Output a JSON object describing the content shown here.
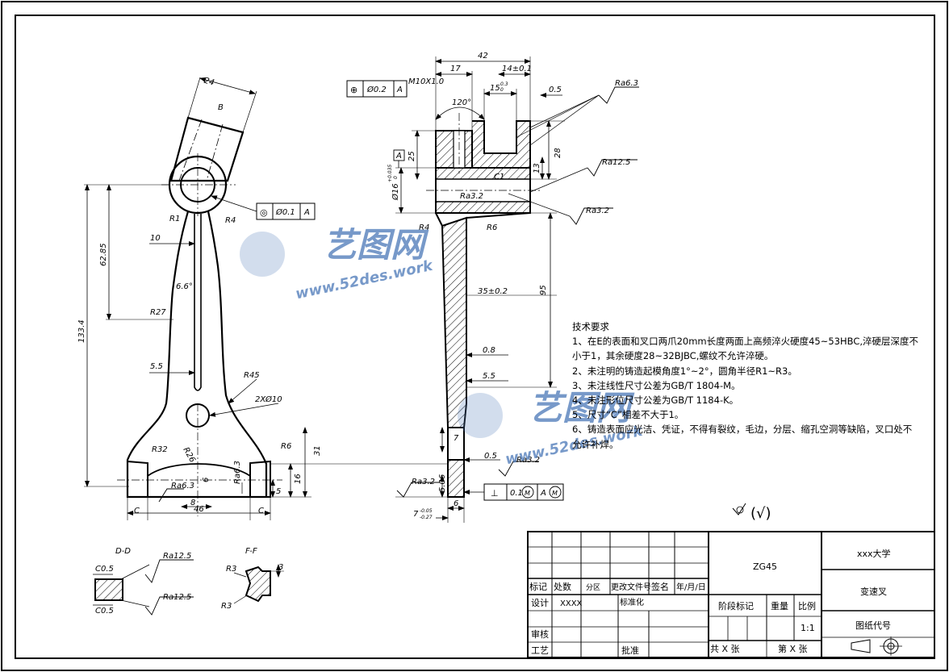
{
  "tech_notes": {
    "title": "技术要求",
    "items": [
      "1、在E的表面和叉口两爪20mm长度两面上高频淬火硬度45~53HBC,淬硬层深度不小于1，其余硬度28~32BJBC,螺纹不允许淬硬。",
      "2、未注明的铸造起模角度1°~2°，圆角半径R1~R3。",
      "3、未注线性尺寸公差为GB/T 1804-M。",
      "4、未注形位尺寸公差为GB/T 1184-K。",
      "5、尺寸“C”相差不大于1。",
      "6、铸造表面应光洁、凭证，不得有裂纹，毛边，分层、缩孔空洞等缺陷，叉口处不允许补焊。"
    ]
  },
  "left_view": {
    "dims": [
      "24",
      "B",
      "10",
      "62.85",
      "133.4",
      "6.6°",
      "R27",
      "R1",
      "R4",
      "5.5",
      "R45",
      "2XØ10",
      "R32",
      "R26",
      "R6",
      "31",
      "16",
      "5",
      "6",
      "Ra6.3",
      "Ra6.3",
      "C",
      "8",
      "46",
      "C"
    ],
    "fcf": {
      "symbol": "◎",
      "tol": "Ø0.1",
      "datum": "A"
    }
  },
  "right_view": {
    "dims": [
      "42",
      "17",
      "14±0.1",
      "15",
      "0.3",
      "0",
      "0.5",
      "120°",
      "M10X1.0",
      "25",
      "28",
      "13",
      "C1",
      "Ø16",
      "+0.035",
      "0",
      "Ra3.2",
      "R4",
      "R6",
      "95",
      "35±0.2",
      "0.8",
      "5.5",
      "7",
      "0.5",
      "Ra3.2",
      "Ra3.2",
      "5.06",
      "7",
      "-0.05",
      "-0.27",
      "6",
      "Ra6.3",
      "Ra12.5",
      "Ra3.2"
    ],
    "fcf_top": {
      "symbol": "⊕",
      "tol": "Ø0.2",
      "datum": "A"
    },
    "datum_a": "A",
    "fcf_bottom": {
      "symbol": "⊥",
      "tol": "0.1",
      "mod": "M",
      "datum": "A",
      "datum_mod": "M"
    }
  },
  "section_dd": {
    "label": "D-D",
    "dims": [
      "C0.5",
      "Ra12.5",
      "C0.5",
      "Ra12.5"
    ]
  },
  "section_ff": {
    "label": "F-F",
    "dims": [
      "R3",
      "3",
      "R3"
    ]
  },
  "roughness_note": "(√)",
  "title_block": {
    "material": "ZG45",
    "school": "xxx大学",
    "part_name": "变速叉",
    "drawing_code": "图纸代号",
    "mark": "标记",
    "count": "处数",
    "zone": "分区",
    "change_doc": "更改文件号",
    "signature": "签名",
    "date": "年/月/日",
    "design": "设计",
    "designer": "XXXX",
    "standardize": "标准化",
    "stage_mark": "阶段标记",
    "weight": "重量",
    "scale_label": "比例",
    "scale": "1:1",
    "review": "审核",
    "process": "工艺",
    "approve": "批准",
    "sheets_total": "共 X 张",
    "sheet_no": "第 X 张"
  },
  "watermark": {
    "brand": "艺图网",
    "url": "www.52des.work"
  },
  "colors": {
    "line": "#000000",
    "hatch": "#000000",
    "watermark": "#4a78b8"
  }
}
